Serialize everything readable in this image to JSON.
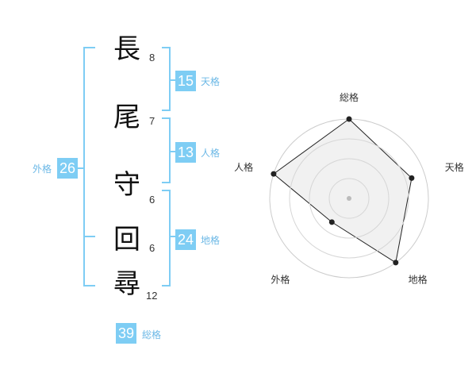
{
  "colors": {
    "accent": "#7ecdf4",
    "bracket": "#7ecdf4",
    "label": "#6cb8e6",
    "radar_fill": "#efefef",
    "radar_line": "#222222"
  },
  "name": {
    "chars": [
      {
        "char": "長",
        "strokes": "8"
      },
      {
        "char": "尾",
        "strokes": "7"
      },
      {
        "char": "守",
        "strokes": "6"
      },
      {
        "char": "回",
        "strokes": "6"
      },
      {
        "char": "尋",
        "strokes": "12"
      }
    ]
  },
  "kakusu": {
    "tenkaku": {
      "value": "15",
      "label": "天格"
    },
    "jinkaku": {
      "value": "13",
      "label": "人格"
    },
    "chikaku": {
      "value": "24",
      "label": "地格"
    },
    "gaikaku": {
      "value": "26",
      "label": "外格"
    },
    "soukaku": {
      "value": "39",
      "label": "総格"
    }
  },
  "chart_data": {
    "type": "radar",
    "axes": [
      "総格",
      "天格",
      "地格",
      "外格",
      "人格"
    ],
    "values": [
      1.0,
      0.83,
      1.0,
      0.37,
      1.0
    ],
    "range": [
      0,
      1
    ],
    "rings": 4
  }
}
